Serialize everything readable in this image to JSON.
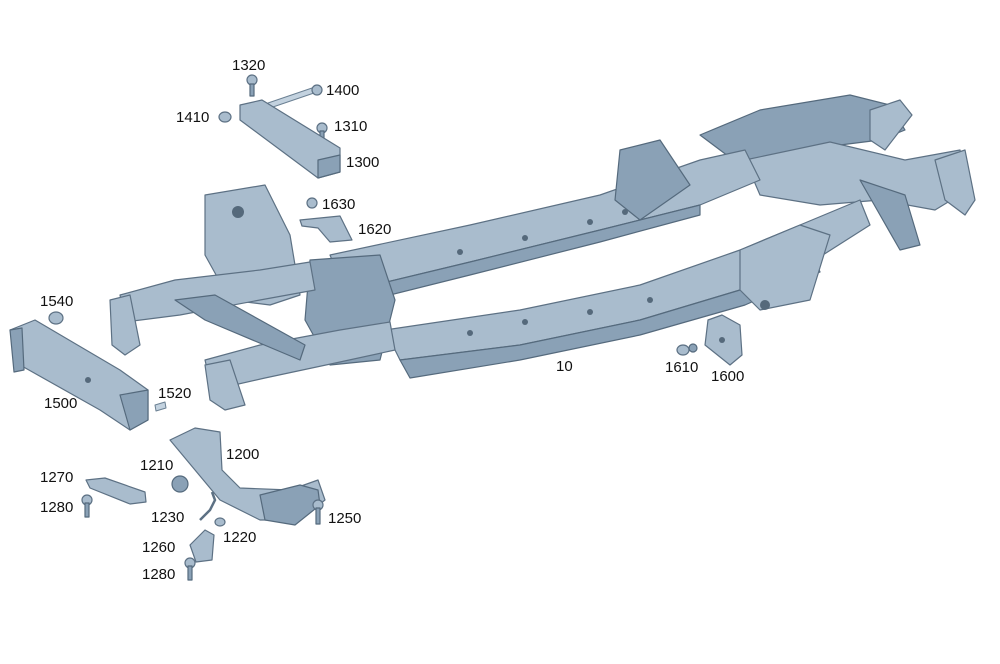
{
  "diagram": {
    "colors": {
      "metal": "#a9bccd",
      "metal_dark": "#8aa1b6",
      "edge": "#5d7184",
      "label": "#111111",
      "background": "#ffffff"
    },
    "labels": {
      "l1320": "1320",
      "l1400": "1400",
      "l1410": "1410",
      "l1310": "1310",
      "l1300": "1300",
      "l1630": "1630",
      "l1620": "1620",
      "l1540": "1540",
      "l1500": "1500",
      "l1520": "1520",
      "l1200": "1200",
      "l1210": "1210",
      "l1270": "1270",
      "l1280a": "1280",
      "l1230": "1230",
      "l1220": "1220",
      "l1250": "1250",
      "l1260": "1260",
      "l1280b": "1280",
      "l10": "10",
      "l1610": "1610",
      "l1600": "1600"
    }
  }
}
